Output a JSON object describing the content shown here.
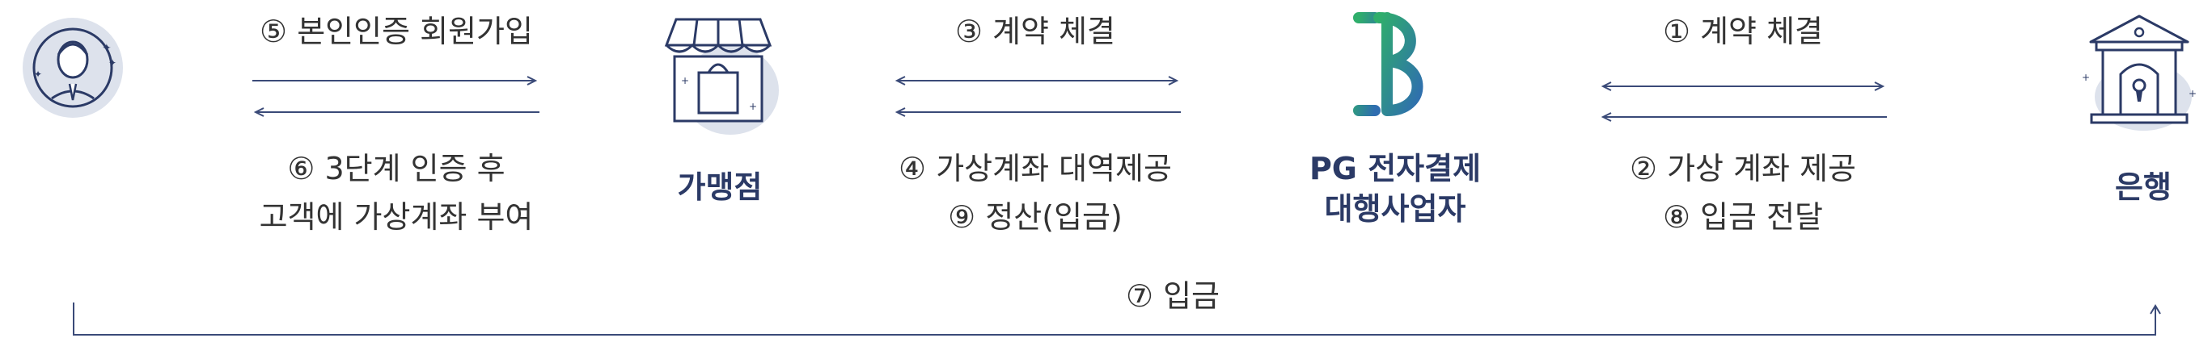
{
  "colors": {
    "navy": "#2b3a66",
    "line": "#3a4a78",
    "text": "#333333",
    "blob": "#dde2ec",
    "logo_green": "#2fae6b",
    "logo_blue": "#2f6db0"
  },
  "icons": {
    "person": "businessman-icon",
    "store": "storefront-bag-icon",
    "logo": "pg-kb-logo-icon",
    "bank": "bank-lock-icon"
  },
  "labels": {
    "step5": "⑤ 본인인증 회원가입",
    "step6_line1": "⑥ 3단계 인증 후",
    "step6_line2": "고객에 가상계좌 부여",
    "merchant": "가맹점",
    "step3": "③ 계약 체결",
    "step4": "④ 가상계좌 대역제공",
    "step9": "⑨ 정산(입금)",
    "pg_line1": "PG 전자결제",
    "pg_line2": "대행사업자",
    "step1": "① 계약 체결",
    "step2": "② 가상 계좌 제공",
    "step8": "⑧ 입금 전달",
    "bank": "은행",
    "step7": "⑦ 입금"
  }
}
